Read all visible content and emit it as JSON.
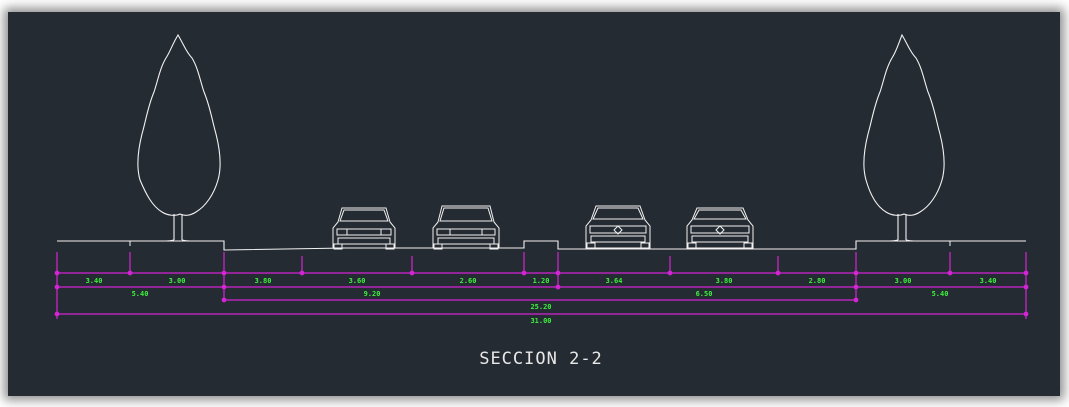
{
  "title": "SECCION 2-2",
  "colors": {
    "background": "#252b33",
    "drawing": "#f2f2f2",
    "dimension_lines": "#d424d4",
    "dimension_text": "#3cf03c"
  },
  "dimensions": {
    "row1": [
      "3.40",
      "3.00",
      "3.80",
      "3.60",
      "2.60",
      "1.20",
      "3.64",
      "3.80",
      "2.80",
      "3.00",
      "3.40"
    ],
    "row2": [
      "5.40",
      "9.20",
      "6.50",
      "5.40"
    ],
    "row3": [
      "25.20"
    ],
    "row4": [
      "31.00"
    ]
  }
}
